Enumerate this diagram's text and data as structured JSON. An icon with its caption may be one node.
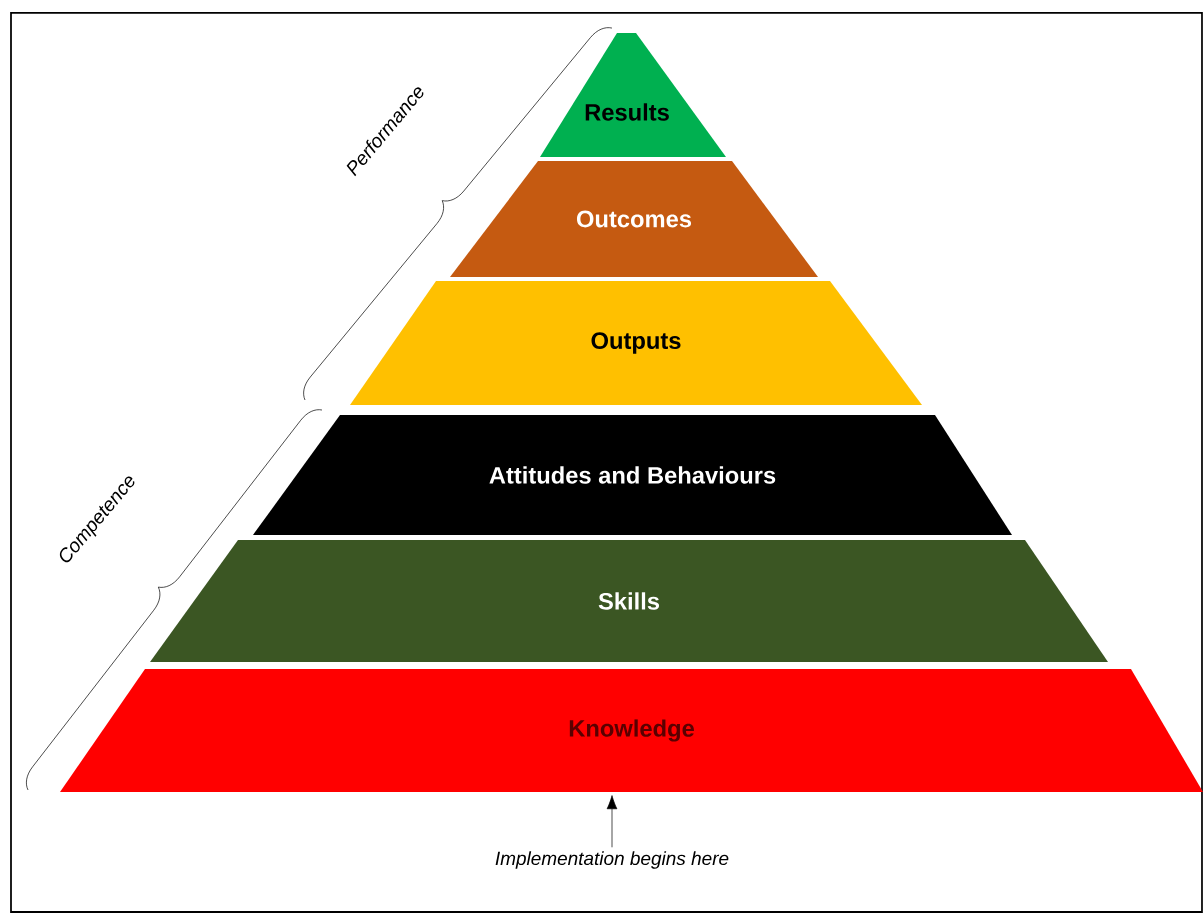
{
  "diagram": {
    "nodes": [
      {
        "text": [
          "Results"
        ]
      },
      {
        "text": [
          "Outcomes"
        ]
      },
      {
        "text": [
          "Outputs"
        ]
      },
      {
        "text": [
          "Attitudes and Behaviours"
        ]
      },
      {
        "text": [
          "Skills"
        ]
      },
      {
        "text": [
          "Knowledge"
        ]
      },
      {
        "text": [
          "Implementation begins here"
        ]
      }
    ],
    "edges": [
      {
        "from": 6,
        "to": 5,
        "arrow": "to"
      }
    ],
    "labels": [
      "Performance",
      "Competence"
    ]
  }
}
